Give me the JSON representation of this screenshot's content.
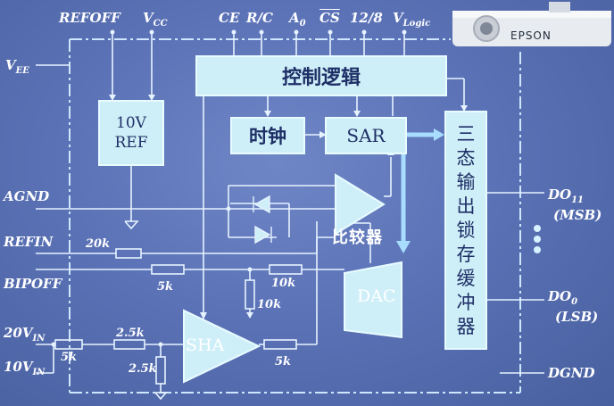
{
  "pins": {
    "refoff": "REFOFF",
    "vcc": "V",
    "vcc_sub": "CC",
    "ce": "CE",
    "rc": "R/C",
    "a0": "A",
    "a0_sub": "0",
    "cs": "CS",
    "sel": "12/8",
    "vlogic": "V",
    "vlogic_sub": "Logic",
    "vee": "V",
    "vee_sub": "EE",
    "agnd": "AGND",
    "refin": "REFIN",
    "bipoff": "BIPOFF",
    "in20": "20V",
    "in20_sub": "IN",
    "in10": "10V",
    "in10_sub": "IN",
    "do11": "DO",
    "do11_sub": "11",
    "msb": "(MSB)",
    "do0": "DO",
    "do0_sub": "0",
    "lsb": "(LSB)",
    "dgnd": "DGND"
  },
  "blocks": {
    "control": "控制逻辑",
    "ref_line1": "10V",
    "ref_line2": "REF",
    "clock": "时钟",
    "sar": "SAR",
    "comparator": "比较器",
    "dac": "DAC",
    "sha": "SHA",
    "buffer_chars": [
      "三",
      "态",
      "输",
      "出",
      "锁",
      "存",
      "缓",
      "冲",
      "器"
    ]
  },
  "resistors": {
    "r_20k": "20k",
    "r_5k_bip": "5k",
    "r_10k_a": "10k",
    "r_10k_b": "10k",
    "r_25k_a": "2.5k",
    "r_5k_in": "5k",
    "r_25k_b": "2.5k",
    "r_5k_out": "5k"
  },
  "projector": {
    "brand": "EPSON"
  },
  "colors": {
    "background": "#5b72b6",
    "block_fill": "#cfeff8",
    "block_text": "#1e2f66",
    "wire": "#e6f3ff",
    "dash": "#cfe6ff",
    "arrow": "#a9ddff"
  }
}
